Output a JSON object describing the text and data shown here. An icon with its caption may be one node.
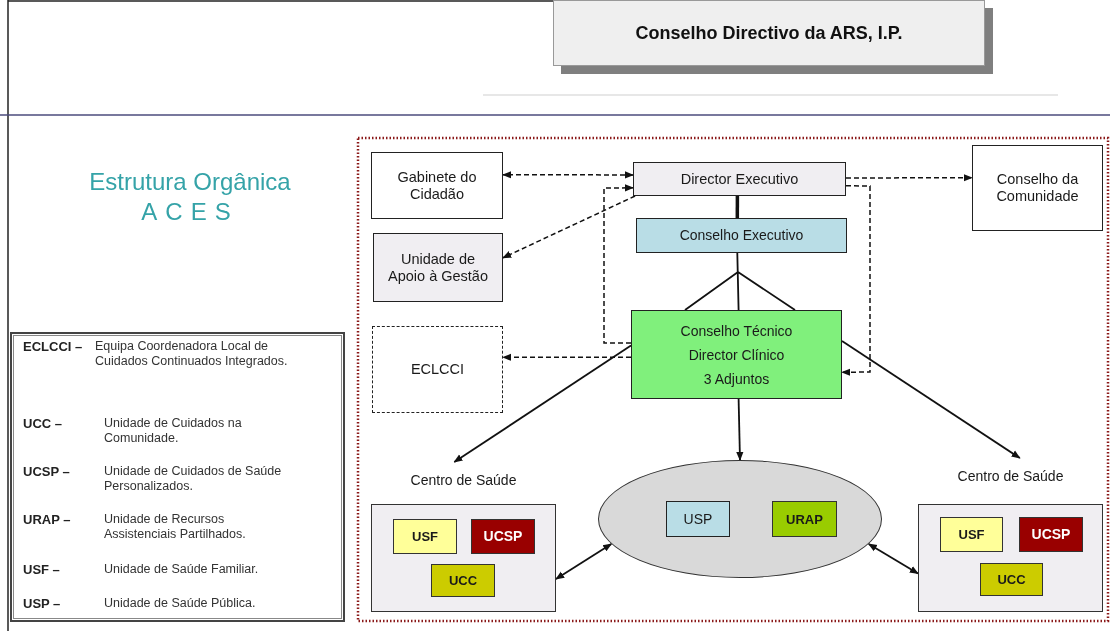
{
  "diagram": {
    "title": "Conselho Directivo da ARS, I.P.",
    "nodes": [
      {
        "text": [
          "Gabinete do Cidadão"
        ]
      },
      {
        "text": [
          "Director Executivo"
        ]
      },
      {
        "text": [
          "Conselho da Comunidade"
        ]
      },
      {
        "text": [
          "Unidade de Apoio à Gestão"
        ]
      },
      {
        "text": [
          "Conselho Executivo"
        ]
      },
      {
        "text": [
          "ECLCCI"
        ]
      },
      {
        "text": [
          "Conselho Técnico",
          "Director Clínico",
          "3 Adjuntos"
        ]
      },
      {
        "text": [
          "Centro de Saúde"
        ]
      },
      {
        "text": [
          "USF"
        ],
        "in": 7
      },
      {
        "text": [
          "UCSP"
        ],
        "in": 7
      },
      {
        "text": [
          "UCC"
        ],
        "in": 7
      },
      {
        "text": [],
        "shape": "ellipse"
      },
      {
        "text": [
          "USP"
        ],
        "in": 11
      },
      {
        "text": [
          "URAP"
        ],
        "in": 11
      },
      {
        "text": [
          "Centro de Saúde"
        ]
      },
      {
        "text": [
          "USF"
        ],
        "in": 14
      },
      {
        "text": [
          "UCSP"
        ],
        "in": 14
      },
      {
        "text": [
          "UCC"
        ],
        "in": 14
      }
    ],
    "edges": [
      {
        "from": 1,
        "to": 0,
        "arrow": "both",
        "style": "dashed"
      },
      {
        "from": 1,
        "to": 2,
        "arrow": "to",
        "style": "dashed"
      },
      {
        "from": 1,
        "to": 3,
        "arrow": "to",
        "style": "dashed"
      },
      {
        "from": 1,
        "to": 4,
        "arrow": "none",
        "style": "thick"
      },
      {
        "from": 4,
        "to": 6,
        "arrow": "none"
      },
      {
        "from": 6,
        "to": 7,
        "arrow": "to"
      },
      {
        "from": 6,
        "to": 14,
        "arrow": "to"
      },
      {
        "from": 6,
        "to": 11,
        "arrow": "to"
      },
      {
        "from": 6,
        "to": 5,
        "arrow": "to",
        "style": "dashed"
      },
      {
        "from": 6,
        "to": 1,
        "arrow": "to",
        "style": "dashed"
      },
      {
        "from": 1,
        "to": 6,
        "arrow": "to",
        "style": "dashed"
      },
      {
        "from": 7,
        "to": 11,
        "arrow": "both"
      },
      {
        "from": 11,
        "to": 14,
        "arrow": "both"
      }
    ],
    "labels": [
      "Estrutura Orgânica",
      "ACES",
      "ECLCCI –",
      "Equipa Coordenadora Local de Cuidados Continuados Integrados.",
      "UCC –",
      "Unidade de Cuidados na Comunidade.",
      "UCSP –",
      "Unidade de Cuidados de Saúde Personalizados.",
      "URAP –",
      "Unidade de Recursos Assistenciais Partilhados.",
      "USF –",
      "Unidade de Saúde Familiar.",
      "USP –",
      "Unidade de Saúde Pública."
    ]
  }
}
